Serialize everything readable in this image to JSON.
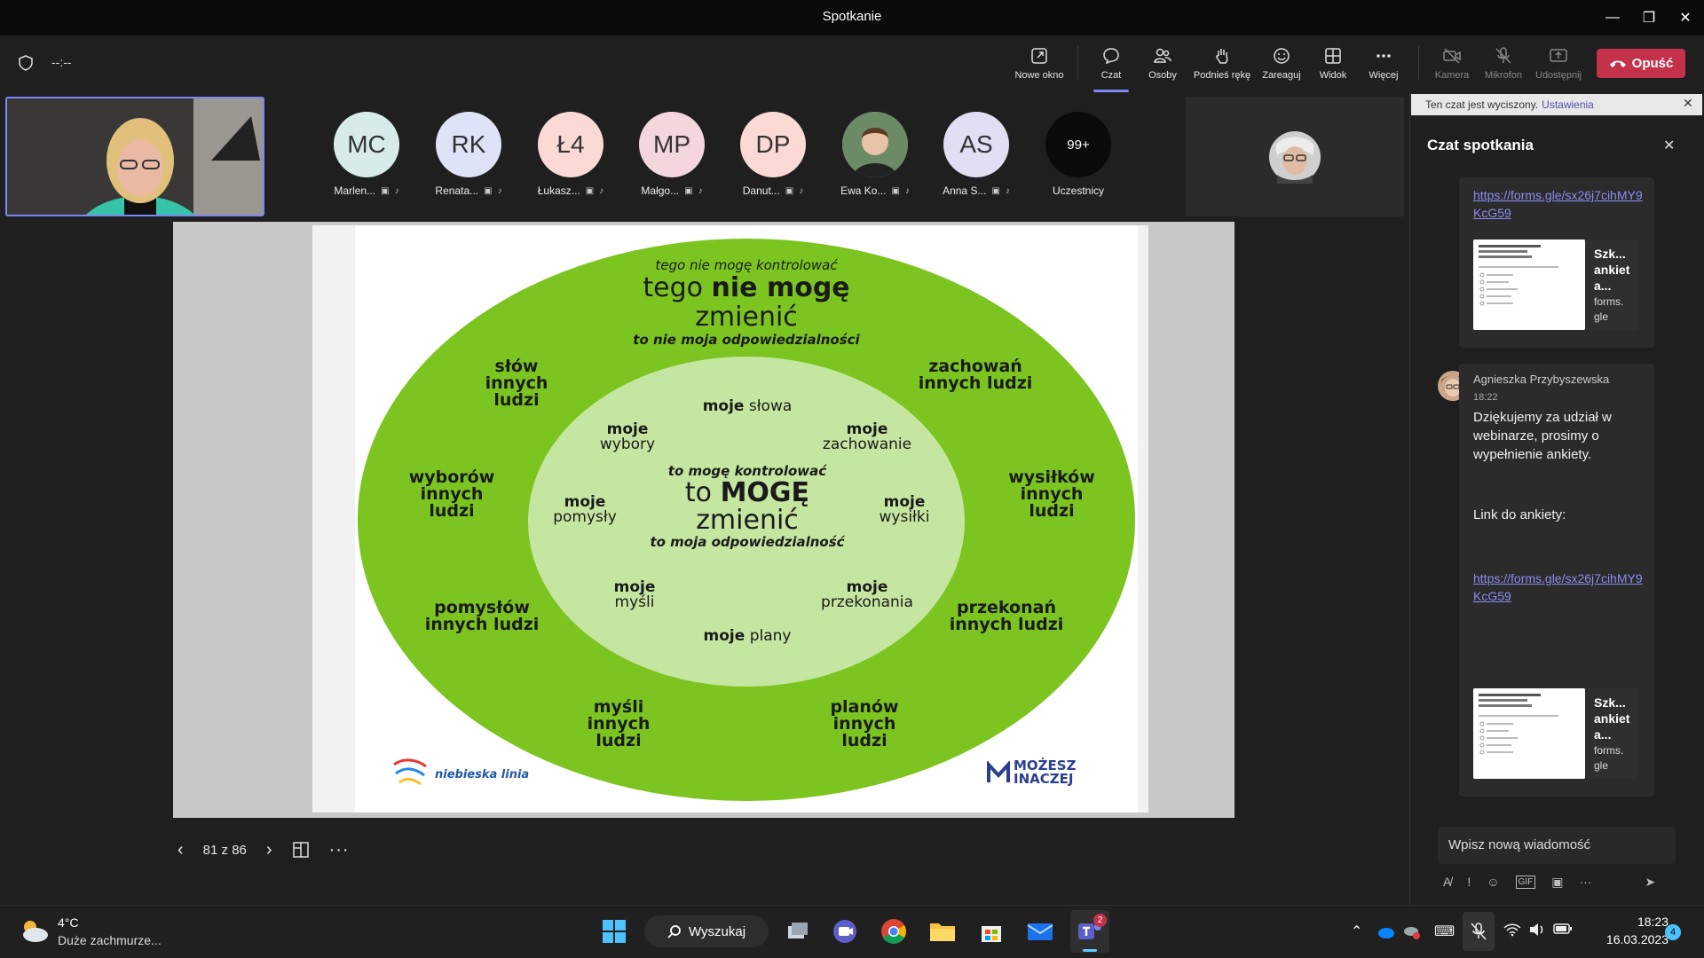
{
  "window": {
    "title": "Spotkanie",
    "controls": {
      "minimize": "—",
      "restore": "❐",
      "close": "✕"
    }
  },
  "toolbar": {
    "timer": "--:--",
    "items": [
      {
        "label": "Nowe okno"
      },
      {
        "label": "Czat"
      },
      {
        "label": "Osoby"
      },
      {
        "label": "Podnieś rękę"
      },
      {
        "label": "Zareaguj"
      },
      {
        "label": "Widok"
      },
      {
        "label": "Więcej"
      },
      {
        "label": "Kamera"
      },
      {
        "label": "Mikrofon"
      },
      {
        "label": "Udostępnij"
      }
    ],
    "leave_label": "Opuść",
    "accent": "#7f85f5",
    "leave_color": "#c4314b"
  },
  "participants": [
    {
      "initials": "MC",
      "name": "Marlen...",
      "bg": "#d7ece8"
    },
    {
      "initials": "RK",
      "name": "Renata...",
      "bg": "#dfe3f7"
    },
    {
      "initials": "Ł4",
      "name": "Łukasz...",
      "bg": "#fbd9d5"
    },
    {
      "initials": "MP",
      "name": "Małgo...",
      "bg": "#f4d6dd"
    },
    {
      "initials": "DP",
      "name": "Danut...",
      "bg": "#fbd9d5"
    },
    {
      "initials": "",
      "name": "Ewa Ko...",
      "bg": "#8a9a8a"
    },
    {
      "initials": "AS",
      "name": "Anna S...",
      "bg": "#e2dff5"
    },
    {
      "initials": "99+",
      "name": "Uczestnicy",
      "bg": "#0a0a0a"
    }
  ],
  "slide": {
    "outer_top_small": "tego nie mogę kontrolować",
    "outer_top_big_a": "tego ",
    "outer_top_big_b": "nie mogę",
    "outer_top_big_c": "zmienić",
    "outer_top_sub": "to nie moja odpowiedzialności",
    "outer_items": [
      "słów innych ludzi",
      "zachowań innych ludzi",
      "wyborów innych ludzi",
      "wysiłków innych ludzi",
      "pomysłów innych ludzi",
      "przekonań innych ludzi",
      "myśli innych ludzi",
      "planów innych ludzi"
    ],
    "inner_items": {
      "slowa_a": "moje",
      "slowa_b": "słowa",
      "wybory_a": "moje",
      "wybory_b": "wybory",
      "zachowanie_a": "moje",
      "zachowanie_b": "zachowanie",
      "pomysly_a": "moje",
      "pomysly_b": "pomysły",
      "wysilki_a": "moje",
      "wysilki_b": "wysiłki",
      "mysli_a": "moje",
      "mysli_b": "myśli",
      "przekonania_a": "moje",
      "przekonania_b": "przekonania",
      "plany_a": "moje",
      "plany_b": "plany"
    },
    "inner_small": "to mogę kontrolować",
    "inner_big_a": "to ",
    "inner_big_b": "MOGĘ",
    "inner_big_c": "zmienić",
    "inner_sub": "to moja odpowiedzialność",
    "logo_left": "niebieska linia",
    "logo_right_a": "MOŻESZ",
    "logo_right_b": "INACZEJ",
    "outer_color": "#7cc520",
    "inner_color": "#c5e6a1"
  },
  "slide_controls": {
    "page": "81 z 86"
  },
  "chat": {
    "banner_text": "Ten czat jest wyciszony.",
    "banner_link": "Ustawienia",
    "title": "Czat spotkania",
    "link_1": "https://forms.gle/sx26j7cihMY9KcG59",
    "preview_title": "Szk... ankiet a...",
    "preview_domain": "forms. gle",
    "preview_title_2": "Szk... ankiet a...",
    "preview_domain_2": "forms. gle",
    "sender": "Agnieszka Przybyszewska",
    "time": "18:22",
    "message": "Dziękujemy za udział w webinarze, prosimy o wypełnienie ankiety.",
    "link_label": "Link do ankiety:",
    "link_2": "https://forms.gle/sx26j7cihMY9KcG59",
    "compose_placeholder": "Wpisz nową wiadomość"
  },
  "taskbar": {
    "weather_temp": "4°C",
    "weather_desc": "Duże zachmurze...",
    "search_label": "Wyszukaj",
    "teams_badge": "2",
    "time": "18:23",
    "date": "16.03.2023",
    "notif_count": "4"
  }
}
